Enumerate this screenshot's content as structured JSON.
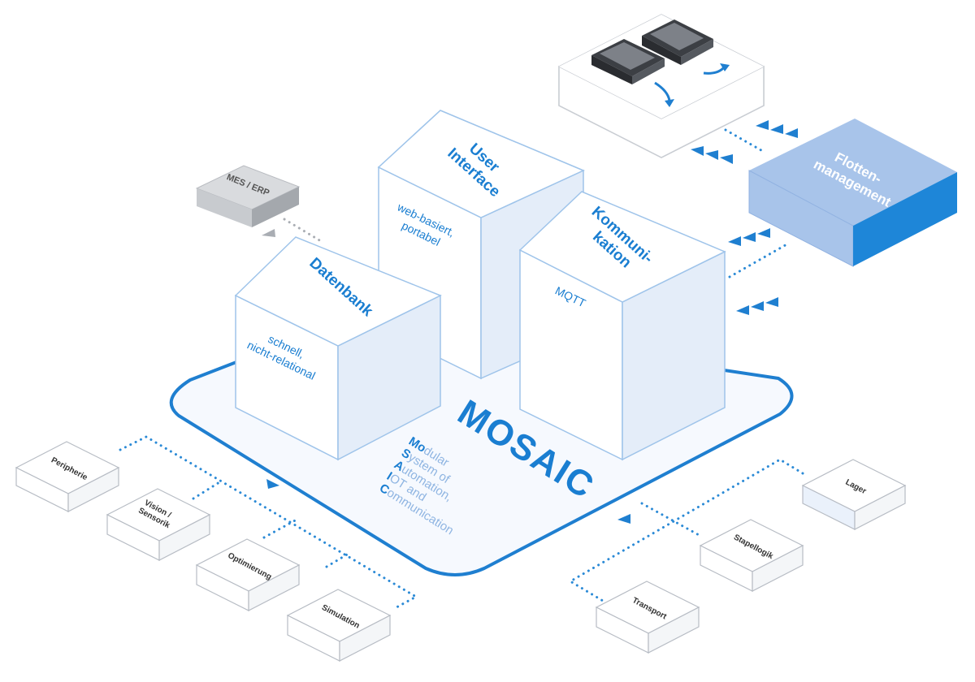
{
  "platform": {
    "title": "MOSAIC",
    "acronym": [
      {
        "initial": "Mo",
        "rest": "dular"
      },
      {
        "initial": "S",
        "rest": "ystem of"
      },
      {
        "initial": "A",
        "rest": "utomation,"
      },
      {
        "initial": "I",
        "rest": "OT and"
      },
      {
        "initial": "C",
        "rest": "ommunication"
      }
    ]
  },
  "cubes": {
    "datenbank": {
      "title": "Datenbank",
      "desc_1": "schnell,",
      "desc_2": "nicht-relational"
    },
    "user_interface": {
      "title_1": "User",
      "title_2": "Interface",
      "desc_1": "web-basiert,",
      "desc_2": "portabel"
    },
    "kommunikation": {
      "title_1": "Kommuni-",
      "title_2": "kation",
      "desc_1": "MQTT"
    }
  },
  "external": {
    "mes_erp": "MES / ERP",
    "flotten_1": "Flotten-",
    "flotten_2": "management"
  },
  "left_modules": {
    "peripherie": "Peripherie",
    "vision_1": "Vision /",
    "vision_2": "Sensorik",
    "optimierung": "Optimierung",
    "simulation": "Simulation"
  },
  "right_modules": {
    "lager": "Lager",
    "stapellogik": "Stapellogik",
    "transport": "Transport"
  },
  "colors": {
    "accent": "#1a7ed1",
    "cube_face": "#eef3fb",
    "fleet_top": "#a8c4ea",
    "fleet_side": "#1e86d8",
    "module_border": "#b7bcc4",
    "dots": "#2b8ad6",
    "grey_dots": "#a9adb3"
  }
}
